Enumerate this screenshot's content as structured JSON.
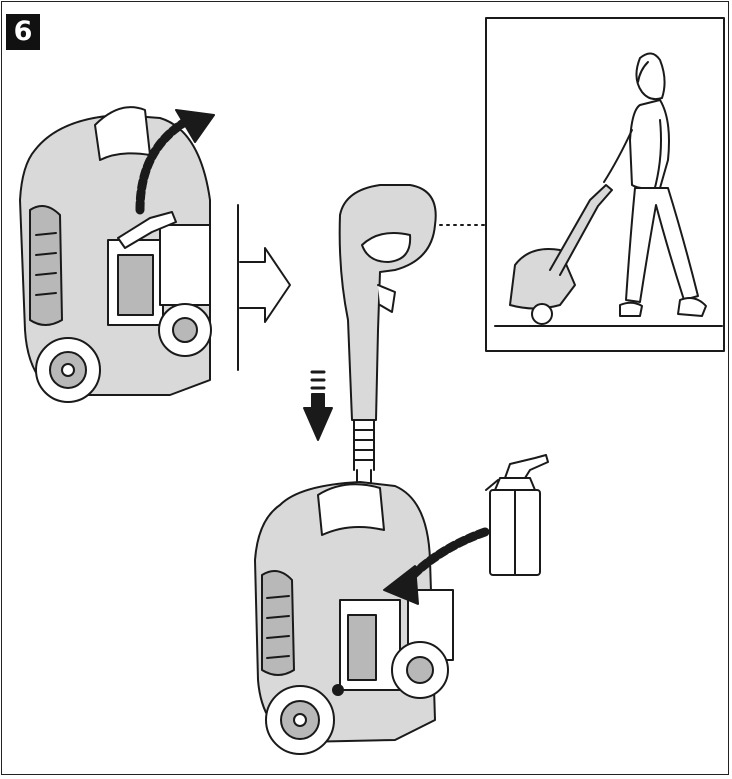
{
  "step": {
    "number": "6"
  },
  "colors": {
    "ink": "#1a1a1a",
    "fill": "#d9d9d9",
    "fill_dark": "#b8b8b8",
    "paper": "#ffffff"
  },
  "icons": [
    "washer-top-view-illustration",
    "curved-arrow-up-icon",
    "right-arrow-icon",
    "handle-insert-illustration",
    "down-arrow-icon",
    "detergent-bottle-illustration",
    "dashed-curved-arrow-icon",
    "person-using-washer-illustration"
  ]
}
